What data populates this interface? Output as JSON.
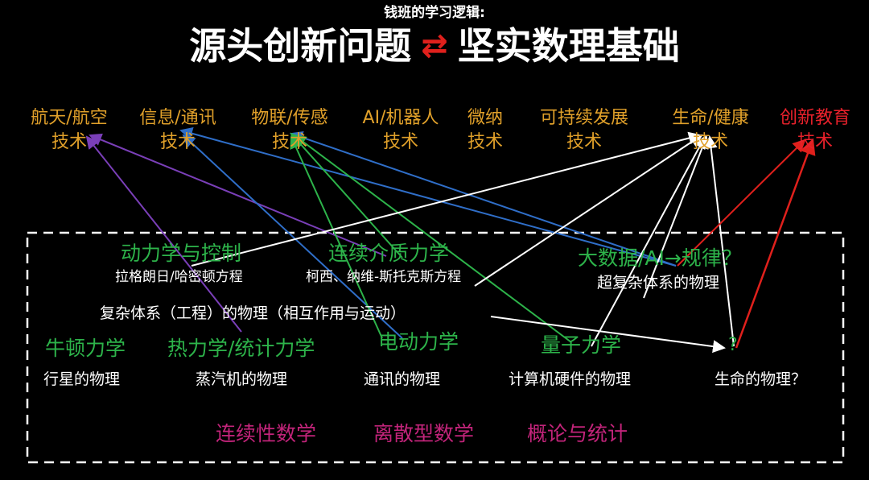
{
  "header": {
    "subtitle": "钱班的学习逻辑:",
    "left": "源头创新问题",
    "arrow": "⇄",
    "right": "坚实数理基础"
  },
  "tech_fields": [
    {
      "name": "航天/航空",
      "suffix": "技术"
    },
    {
      "name": "信息/通讯",
      "suffix": "技术"
    },
    {
      "name": "物联/传感",
      "suffix": "技术"
    },
    {
      "name": "AI/机器人",
      "suffix": "技术"
    },
    {
      "name": "微纳",
      "suffix": "技术"
    },
    {
      "name": "可持续发展",
      "suffix": "技术"
    },
    {
      "name": "生命/健康",
      "suffix": "技术"
    },
    {
      "name": "创新教育",
      "suffix": "技术"
    }
  ],
  "inner": {
    "dynamics": "动力学与控制",
    "lagrange": "拉格朗日/哈密顿方程",
    "continuum": "连续介质力学",
    "cauchy": "柯西、纳维-斯托克斯方程",
    "bigdata": "大数据/AI→规律？",
    "complex_physics": "超复杂体系的物理",
    "complex_engineering": "复杂体系（工程）的物理（相互作用与运动）",
    "newton": "牛顿力学",
    "planet": "行星的物理",
    "thermo": "热力学/统计力学",
    "steam": "蒸汽机的物理",
    "electro": "电动力学",
    "comm": "通讯的物理",
    "quantum": "量子力学",
    "hardware": "计算机硬件的物理",
    "life": "生命的物理？",
    "qmark": "?",
    "continuous_math": "连续性数学",
    "discrete_math": "离散型数学",
    "probability": "概论与统计"
  },
  "colors": {
    "tech": "#e0a02a",
    "tech_highlight": "#e8212b",
    "green": "#2db34a",
    "math": "#c2247a",
    "purple": "#7a3fb8",
    "blue": "#2f6ec8",
    "white": "#ffffff",
    "red": "#e0201c",
    "box_border": "#ffffff"
  }
}
